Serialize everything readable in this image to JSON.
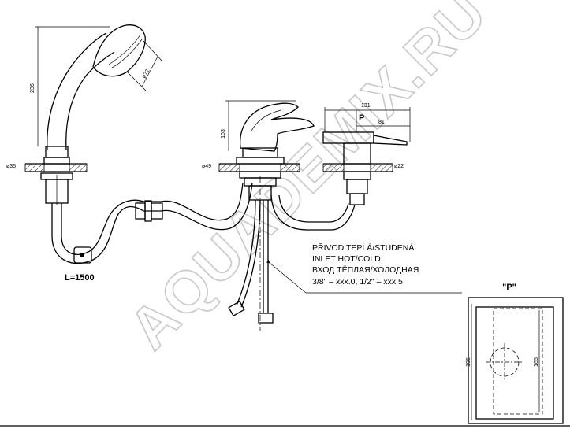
{
  "watermark": "AQUADEMIX.RU",
  "dimensions": {
    "shower_height": "236",
    "shower_head_dia": "ø72",
    "shower_base_dia": "ø35",
    "hose_length": "L=1500",
    "mixer_height": "103",
    "mixer_base_dia": "ø49",
    "spout_width": "131",
    "spout_offset": "81",
    "spout_base_dia": "ø22",
    "p_marker": "P"
  },
  "inlet_note": {
    "line1": "PŘIVOD TEPLÁ/STUDENÁ",
    "line2": "INLET HOT/COLD",
    "line3": "ВХОД ТЁПЛАЯ/ХОЛОДНАЯ",
    "line4": "3/8\" – xxx.0, 1/2\" – xxx.5"
  },
  "detail_p": {
    "title": "\"P\"",
    "outer_height": "195",
    "inner_height": "165"
  }
}
